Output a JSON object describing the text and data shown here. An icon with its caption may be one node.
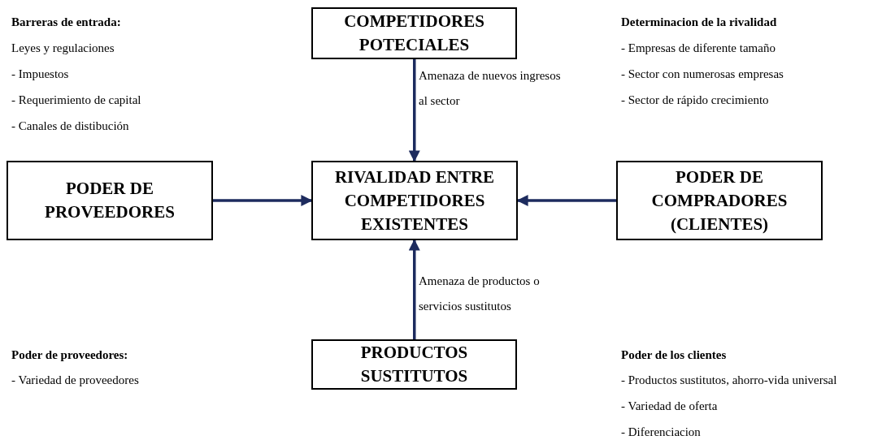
{
  "diagram": {
    "nodes": [
      {
        "text": [
          "COMPETIDORES POTECIALES"
        ]
      },
      {
        "text": [
          "PODER DE PROVEEDORES"
        ]
      },
      {
        "text": [
          "RIVALIDAD ENTRE COMPETIDORES EXISTENTES"
        ]
      },
      {
        "text": [
          "PODER DE COMPRADORES (CLIENTES)"
        ]
      },
      {
        "text": [
          "PRODUCTOS SUSTITUTOS"
        ]
      }
    ],
    "edges": [
      {
        "from": 0,
        "to": 2,
        "arrow": "to",
        "label": "Amenaza de nuevos ingresos al sector"
      },
      {
        "from": 1,
        "to": 2,
        "arrow": "to"
      },
      {
        "from": 3,
        "to": 2,
        "arrow": "to"
      },
      {
        "from": 4,
        "to": 2,
        "arrow": "to",
        "label": "Amenaza de productos o servicios sustitutos"
      }
    ],
    "labels": [
      "Barreras de entrada:",
      "Leyes y regulaciones",
      "- Impuestos",
      "- Requerimiento de capital",
      "- Canales de distibución",
      "Determinacion de la rivalidad",
      "- Empresas de diferente tamaño",
      "- Sector con numerosas empresas",
      "- Sector de rápido crecimiento",
      "Poder de proveedores:",
      "- Variedad de proveedores",
      "Poder de los clientes",
      "- Productos sustitutos, ahorro-vida universal",
      "- Variedad de oferta",
      "- Diferenciacion"
    ]
  }
}
